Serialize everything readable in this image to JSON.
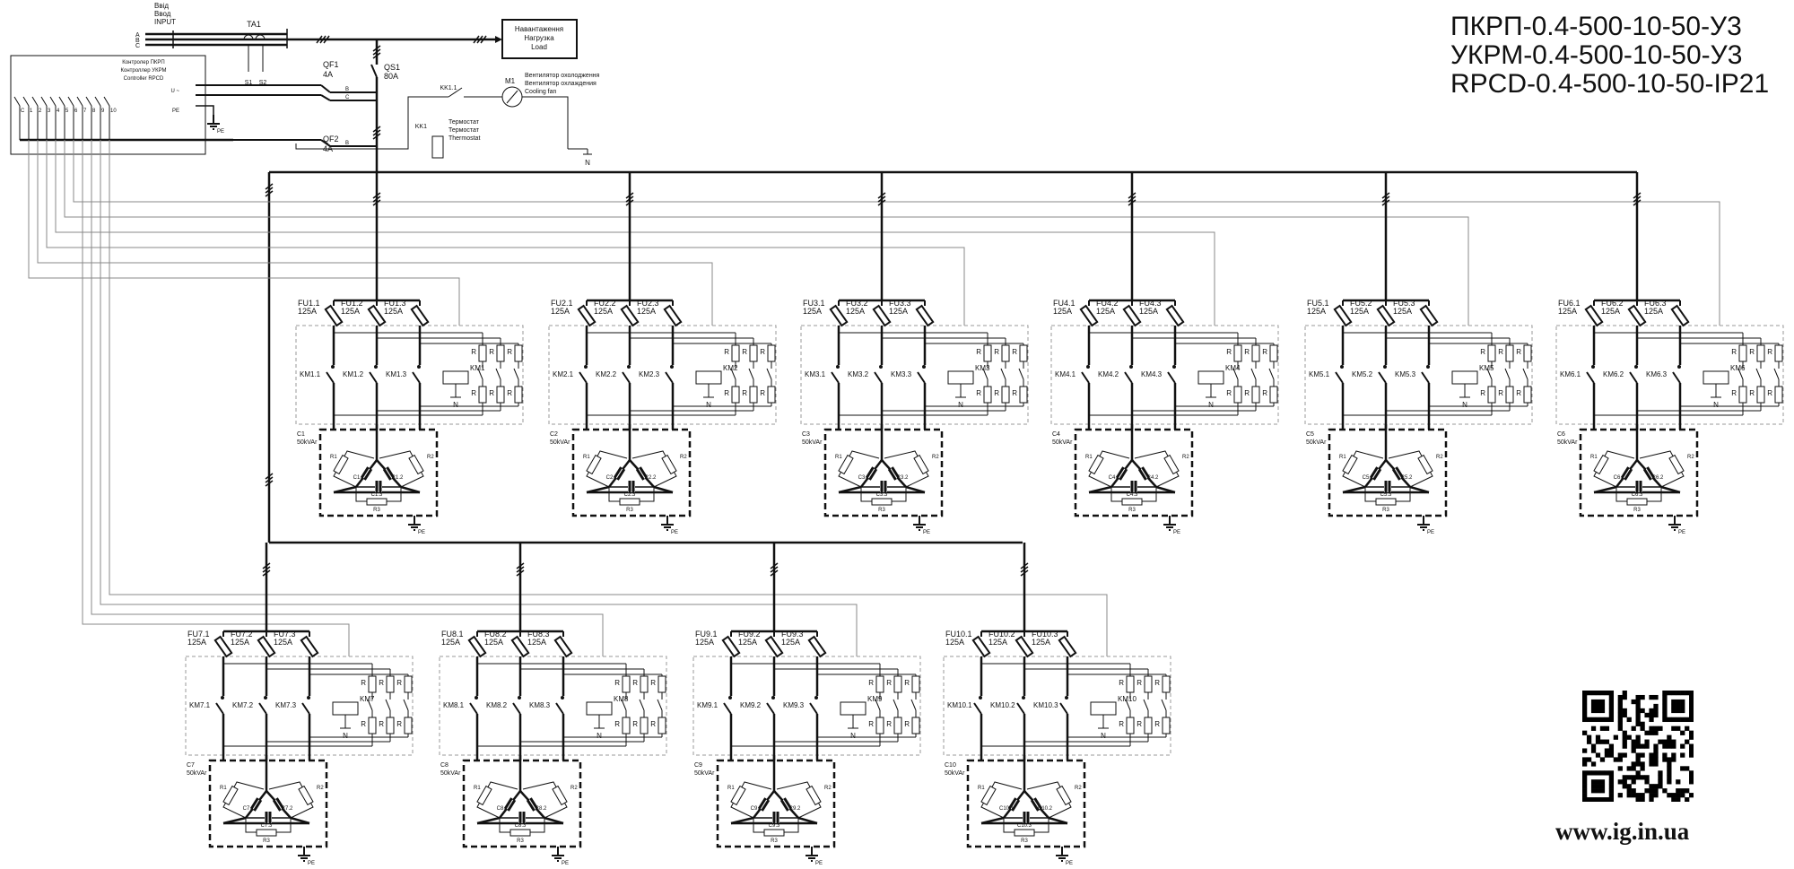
{
  "title_lines": [
    "ПКРП-0.4-500-10-50-У3",
    "УКРМ-0.4-500-10-50-У3",
    "RPCD-0.4-500-10-50-IP21"
  ],
  "website": "www.ig.in.ua",
  "input": {
    "labels": [
      "Ввід",
      "Ввод",
      "INPUT"
    ],
    "phases": [
      "A",
      "B",
      "C"
    ]
  },
  "ta1": {
    "label": "TA1",
    "s1": "S1",
    "s2": "S2"
  },
  "load": {
    "labels": [
      "Навантаження",
      "Нагрузка",
      "Load"
    ]
  },
  "controller": {
    "labels": [
      "Контролер ПКРП",
      "Контроллер УКРМ",
      "Controller RPCD"
    ],
    "terminals": [
      "C",
      "1",
      "2",
      "3",
      "4",
      "5",
      "6",
      "7",
      "8",
      "9",
      "10"
    ],
    "u_label": "U ~",
    "pe_label": "PE"
  },
  "qf1": {
    "label": "QF1",
    "rating": "4A",
    "b": "B",
    "c": "C"
  },
  "qf2": {
    "label": "QF2",
    "rating": "4A",
    "b": "B"
  },
  "qs1": {
    "label": "QS1",
    "rating": "80A"
  },
  "fan": {
    "contact": "KK1.1",
    "motor": "M1",
    "labels": [
      "Вентилятор охолодження",
      "Вентилятор охлаждения",
      "Cooling fan"
    ]
  },
  "thermostat": {
    "relay": "KK1",
    "labels": [
      "Термостат",
      "Термостат",
      "Thermostat"
    ],
    "n": "N"
  },
  "pe": "PE",
  "n": "N",
  "r": "R",
  "fuse_rating": "125A",
  "cap_rating": "50kVAr",
  "modules": [
    {
      "fuses": [
        "FU1.1",
        "FU1.2",
        "FU1.3"
      ],
      "contacts": [
        "KM1.1",
        "KM1.2",
        "KM1.3"
      ],
      "coil": "KM1",
      "cap": "C1",
      "caps": [
        "C1.1",
        "C1.2",
        "C1.3"
      ],
      "res": [
        "R1",
        "R2",
        "R3"
      ]
    },
    {
      "fuses": [
        "FU2.1",
        "FU2.2",
        "FU2.3"
      ],
      "contacts": [
        "KM2.1",
        "KM2.2",
        "KM2.3"
      ],
      "coil": "KM2",
      "cap": "C2",
      "caps": [
        "C2.1",
        "C2.2",
        "C2.3"
      ],
      "res": [
        "R1",
        "R2",
        "R3"
      ]
    },
    {
      "fuses": [
        "FU3.1",
        "FU3.2",
        "FU3.3"
      ],
      "contacts": [
        "KM3.1",
        "KM3.2",
        "KM3.3"
      ],
      "coil": "KM3",
      "cap": "C3",
      "caps": [
        "C3.1",
        "C3.2",
        "C3.3"
      ],
      "res": [
        "R1",
        "R2",
        "R3"
      ]
    },
    {
      "fuses": [
        "FU4.1",
        "FU4.2",
        "FU4.3"
      ],
      "contacts": [
        "KM4.1",
        "KM4.2",
        "KM4.3"
      ],
      "coil": "KM4",
      "cap": "C4",
      "caps": [
        "C4.1",
        "C4.2",
        "C4.3"
      ],
      "res": [
        "R1",
        "R2",
        "R3"
      ]
    },
    {
      "fuses": [
        "FU5.1",
        "FU5.2",
        "FU5.3"
      ],
      "contacts": [
        "KM5.1",
        "KM5.2",
        "KM5.3"
      ],
      "coil": "KM5",
      "cap": "C5",
      "caps": [
        "C5.1",
        "C5.2",
        "C5.3"
      ],
      "res": [
        "R1",
        "R2",
        "R3"
      ]
    },
    {
      "fuses": [
        "FU6.1",
        "FU6.2",
        "FU6.3"
      ],
      "contacts": [
        "KM6.1",
        "KM6.2",
        "KM6.3"
      ],
      "coil": "KM6",
      "cap": "C6",
      "caps": [
        "C6.1",
        "C6.2",
        "C6.3"
      ],
      "res": [
        "R1",
        "R2",
        "R3"
      ]
    },
    {
      "fuses": [
        "FU7.1",
        "FU7.2",
        "FU7.3"
      ],
      "contacts": [
        "KM7.1",
        "KM7.2",
        "KM7.3"
      ],
      "coil": "KM7",
      "cap": "C7",
      "caps": [
        "C7.1",
        "C7.2",
        "C7.3"
      ],
      "res": [
        "R1",
        "R2",
        "R3"
      ]
    },
    {
      "fuses": [
        "FU8.1",
        "FU8.2",
        "FU8.3"
      ],
      "contacts": [
        "KM8.1",
        "KM8.2",
        "KM8.3"
      ],
      "coil": "KM8",
      "cap": "C8",
      "caps": [
        "C8.1",
        "C8.2",
        "C8.3"
      ],
      "res": [
        "R1",
        "R2",
        "R3"
      ]
    },
    {
      "fuses": [
        "FU9.1",
        "FU9.2",
        "FU9.3"
      ],
      "contacts": [
        "KM9.1",
        "KM9.2",
        "KM9.3"
      ],
      "coil": "KM9",
      "cap": "C9",
      "caps": [
        "C9.1",
        "C9.2",
        "C9.3"
      ],
      "res": [
        "R1",
        "R2",
        "R3"
      ]
    },
    {
      "fuses": [
        "FU10.1",
        "FU10.2",
        "FU10.3"
      ],
      "contacts": [
        "KM10.1",
        "KM10.2",
        "KM10.3"
      ],
      "coil": "KM10",
      "cap": "C10",
      "caps": [
        "C10.1",
        "C10.2",
        "C10.3"
      ],
      "res": [
        "R1",
        "R2",
        "R3"
      ]
    }
  ],
  "colors": {
    "line": "#111111",
    "control": "#888888",
    "dashed": "#999999"
  }
}
